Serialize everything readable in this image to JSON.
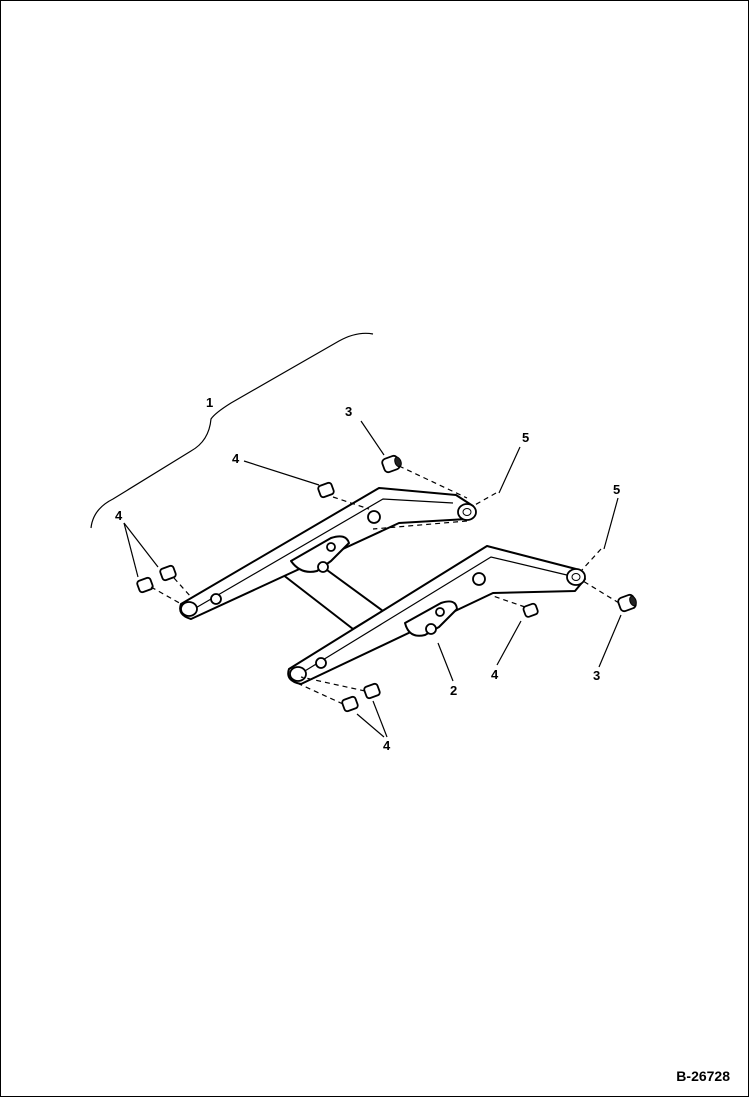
{
  "figure_id": "B-26728",
  "callouts": {
    "c1": "1",
    "c2": "2",
    "c3a": "3",
    "c3b": "3",
    "c4a": "4",
    "c4b": "4",
    "c4c": "4",
    "c4d": "4",
    "c5a": "5",
    "c5b": "5"
  }
}
